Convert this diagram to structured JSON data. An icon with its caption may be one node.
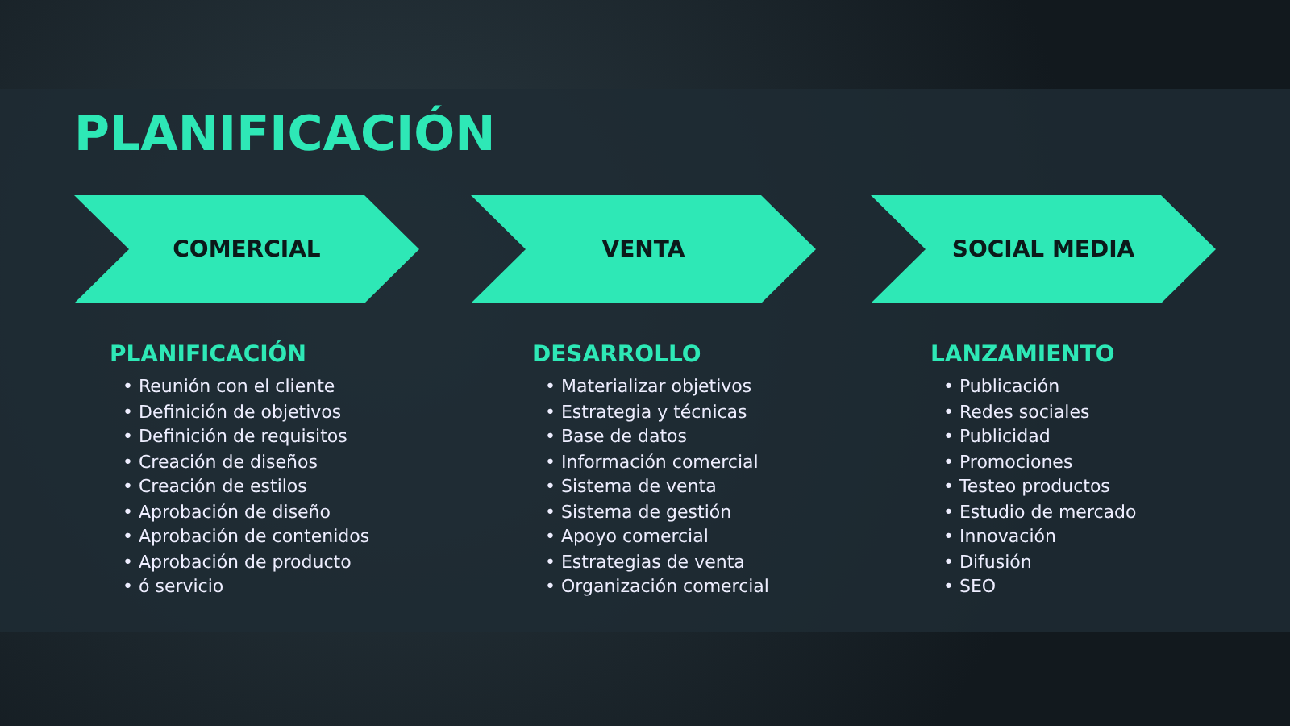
{
  "diagram": {
    "title": "PLANIFICACIÓN",
    "nodes": [
      {
        "text": [
          "COMERCIAL"
        ],
        "beside": [
          "PLANIFICACIÓN",
          "• Reunión con el cliente",
          "• Definición de objetivos",
          "• Definición de requisitos",
          "• Creación de diseños",
          "• Creación de estilos",
          "• Aprobación de diseño",
          "• Aprobación de contenidos",
          "• Aprobación de producto",
          "• ó servicio"
        ]
      },
      {
        "text": [
          "VENTA"
        ],
        "beside": [
          "DESARROLLO",
          "• Materializar objetivos",
          "• Estrategia y técnicas",
          "• Base de datos",
          "• Información comercial",
          "• Sistema de venta",
          "• Sistema de gestión",
          "• Apoyo comercial",
          "• Estrategias de venta",
          "• Organización comercial"
        ]
      },
      {
        "text": [
          "SOCIAL MEDIA"
        ],
        "beside": [
          "LANZAMIENTO",
          "• Publicación",
          "• Redes sociales",
          "• Publicidad",
          "• Promociones",
          "• Testeo productos",
          "• Estudio de mercado",
          "• Innovación",
          "• Difusión",
          "• SEO"
        ]
      }
    ]
  }
}
